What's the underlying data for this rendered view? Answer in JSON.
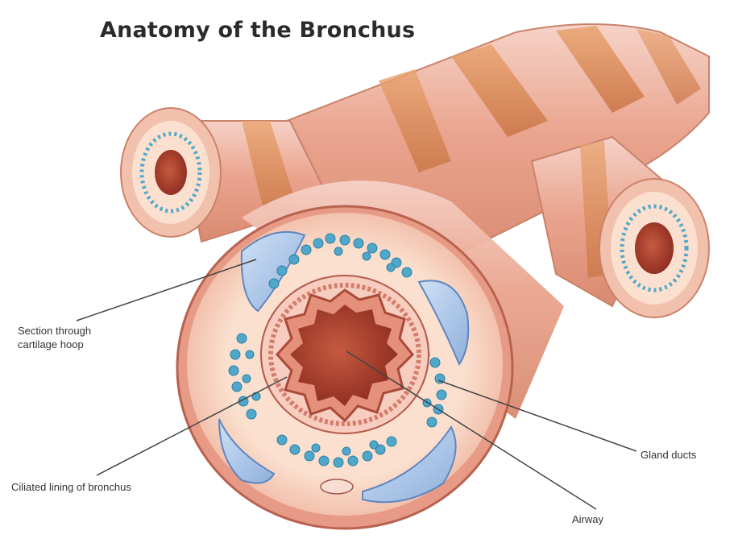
{
  "diagram": {
    "title": "Anatomy of the Bronchus",
    "labels": {
      "cartilage_line1": "Section through",
      "cartilage_line2": "cartilage hoop",
      "ciliated_lining": "Ciliated lining of bronchus",
      "gland_ducts": "Gland ducts",
      "airway": "Airway"
    }
  }
}
